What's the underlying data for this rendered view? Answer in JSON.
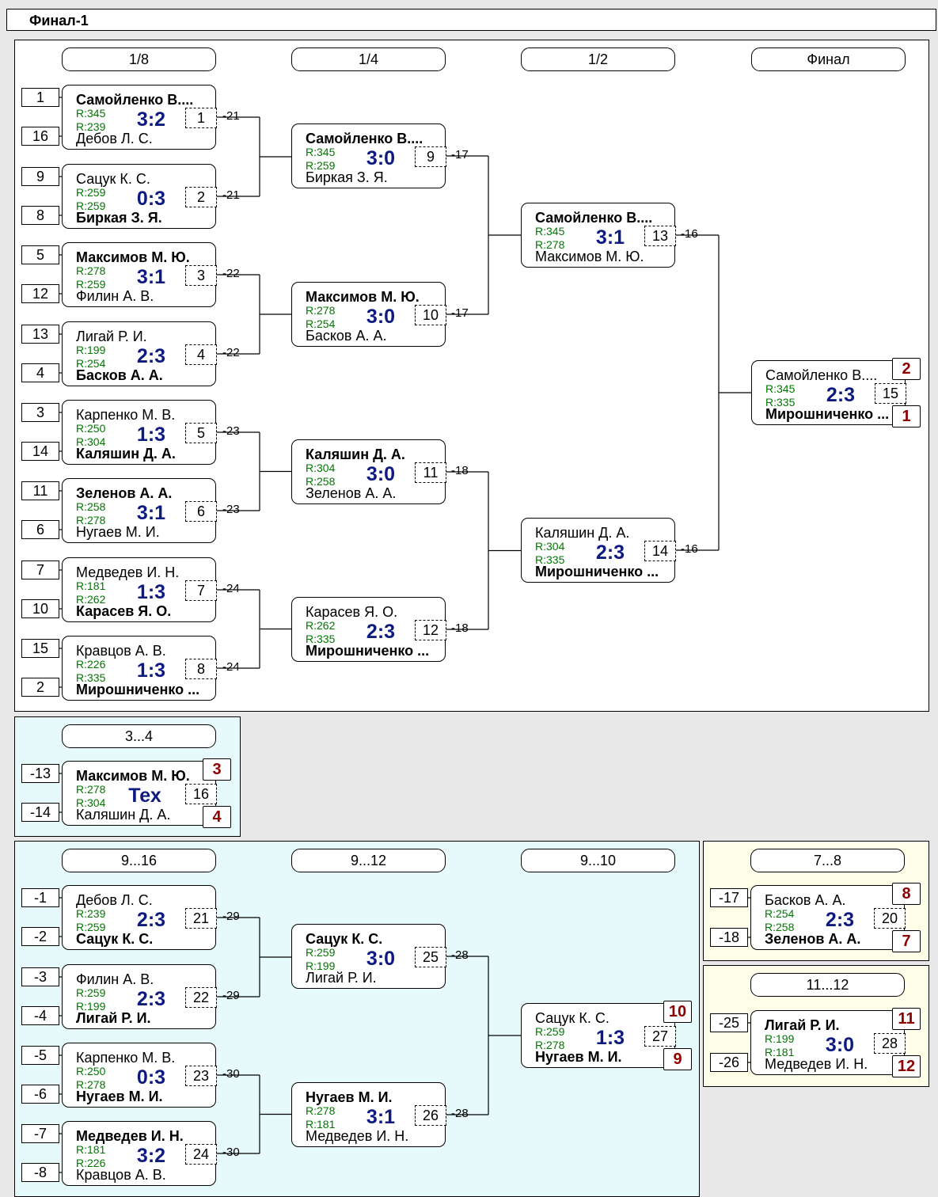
{
  "title": "Финал-1",
  "main": {
    "rounds": [
      "1/8",
      "1/4",
      "1/2",
      "Финал"
    ],
    "seeds": [
      "1",
      "16",
      "9",
      "8",
      "5",
      "12",
      "13",
      "4",
      "3",
      "14",
      "11",
      "6",
      "7",
      "10",
      "15",
      "2"
    ],
    "matches": [
      {
        "p1": "Самойленко В....",
        "r1": "R:345",
        "p2": "Дебов Л. С.",
        "r2": "R:239",
        "score": "3:2",
        "num": "1",
        "winner": 1
      },
      {
        "p1": "Сацук К. С.",
        "r1": "R:259",
        "p2": "Биркая З. Я.",
        "r2": "R:259",
        "score": "0:3",
        "num": "2",
        "winner": 2
      },
      {
        "p1": "Максимов М. Ю.",
        "r1": "R:278",
        "p2": "Филин А. В.",
        "r2": "R:259",
        "score": "3:1",
        "num": "3",
        "winner": 1
      },
      {
        "p1": "Лигай Р. И.",
        "r1": "R:199",
        "p2": "Басков А. А.",
        "r2": "R:254",
        "score": "2:3",
        "num": "4",
        "winner": 2
      },
      {
        "p1": "Карпенко М. В.",
        "r1": "R:250",
        "p2": "Каляшин Д. А.",
        "r2": "R:304",
        "score": "1:3",
        "num": "5",
        "winner": 2
      },
      {
        "p1": "Зеленов А. А.",
        "r1": "R:258",
        "p2": "Нугаев М. И.",
        "r2": "R:278",
        "score": "3:1",
        "num": "6",
        "winner": 1
      },
      {
        "p1": "Медведев И. Н.",
        "r1": "R:181",
        "p2": "Карасев Я. О.",
        "r2": "R:262",
        "score": "1:3",
        "num": "7",
        "winner": 2
      },
      {
        "p1": "Кравцов А. В.",
        "r1": "R:226",
        "p2": "Мирошниченко ...",
        "r2": "R:335",
        "score": "1:3",
        "num": "8",
        "winner": 2
      },
      {
        "p1": "Самойленко В....",
        "r1": "R:345",
        "p2": "Биркая З. Я.",
        "r2": "R:259",
        "score": "3:0",
        "num": "9",
        "winner": 1
      },
      {
        "p1": "Максимов М. Ю.",
        "r1": "R:278",
        "p2": "Басков А. А.",
        "r2": "R:254",
        "score": "3:0",
        "num": "10",
        "winner": 1
      },
      {
        "p1": "Каляшин Д. А.",
        "r1": "R:304",
        "p2": "Зеленов А. А.",
        "r2": "R:258",
        "score": "3:0",
        "num": "11",
        "winner": 1
      },
      {
        "p1": "Карасев Я. О.",
        "r1": "R:262",
        "p2": "Мирошниченко ...",
        "r2": "R:335",
        "score": "2:3",
        "num": "12",
        "winner": 2
      },
      {
        "p1": "Самойленко В....",
        "r1": "R:345",
        "p2": "Максимов М. Ю.",
        "r2": "R:278",
        "score": "3:1",
        "num": "13",
        "winner": 1
      },
      {
        "p1": "Каляшин Д. А.",
        "r1": "R:304",
        "p2": "Мирошниченко ...",
        "r2": "R:335",
        "score": "2:3",
        "num": "14",
        "winner": 2
      },
      {
        "p1": "Самойленко В....",
        "r1": "R:345",
        "p2": "Мирошниченко ...",
        "r2": "R:335",
        "score": "2:3",
        "num": "15",
        "winner": 2,
        "place1": "2",
        "place2": "1"
      }
    ],
    "loser_labels": [
      "-21",
      "-21",
      "-22",
      "-22",
      "-23",
      "-23",
      "-24",
      "-24",
      "-17",
      "-17",
      "-18",
      "-18",
      "-16",
      "-16"
    ]
  },
  "third": {
    "round": "3...4",
    "seeds": [
      "-13",
      "-14"
    ],
    "match": {
      "p1": "Максимов М. Ю.",
      "r1": "R:278",
      "p2": "Каляшин Д. А.",
      "r2": "R:304",
      "score": "Тех",
      "num": "16",
      "winner": 1,
      "place1": "3",
      "place2": "4"
    }
  },
  "consolation": {
    "rounds": [
      "9...16",
      "9...12",
      "9...10"
    ],
    "seeds": [
      "-1",
      "-2",
      "-3",
      "-4",
      "-5",
      "-6",
      "-7",
      "-8"
    ],
    "matches": [
      {
        "p1": "Дебов Л. С.",
        "r1": "R:239",
        "p2": "Сацук К. С.",
        "r2": "R:259",
        "score": "2:3",
        "num": "21",
        "winner": 2
      },
      {
        "p1": "Филин А. В.",
        "r1": "R:259",
        "p2": "Лигай Р. И.",
        "r2": "R:199",
        "score": "2:3",
        "num": "22",
        "winner": 2
      },
      {
        "p1": "Карпенко М. В.",
        "r1": "R:250",
        "p2": "Нугаев М. И.",
        "r2": "R:278",
        "score": "0:3",
        "num": "23",
        "winner": 2
      },
      {
        "p1": "Медведев И. Н.",
        "r1": "R:181",
        "p2": "Кравцов А. В.",
        "r2": "R:226",
        "score": "3:2",
        "num": "24",
        "winner": 1
      },
      {
        "p1": "Сацук К. С.",
        "r1": "R:259",
        "p2": "Лигай Р. И.",
        "r2": "R:199",
        "score": "3:0",
        "num": "25",
        "winner": 1
      },
      {
        "p1": "Нугаев М. И.",
        "r1": "R:278",
        "p2": "Медведев И. Н.",
        "r2": "R:181",
        "score": "3:1",
        "num": "26",
        "winner": 1
      },
      {
        "p1": "Сацук К. С.",
        "r1": "R:259",
        "p2": "Нугаев М. И.",
        "r2": "R:278",
        "score": "1:3",
        "num": "27",
        "winner": 2,
        "place1": "10",
        "place2": "9"
      }
    ],
    "loser_labels": [
      "-29",
      "-29",
      "-30",
      "-30",
      "-28",
      "-28"
    ]
  },
  "seventh": {
    "round": "7...8",
    "seeds": [
      "-17",
      "-18"
    ],
    "match": {
      "p1": "Басков А. А.",
      "r1": "R:254",
      "p2": "Зеленов А. А.",
      "r2": "R:258",
      "score": "2:3",
      "num": "20",
      "winner": 2,
      "place1": "8",
      "place2": "7"
    }
  },
  "eleventh": {
    "round": "11...12",
    "seeds": [
      "-25",
      "-26"
    ],
    "match": {
      "p1": "Лигай Р. И.",
      "r1": "R:199",
      "p2": "Медведев И. Н.",
      "r2": "R:181",
      "score": "3:0",
      "num": "28",
      "winner": 1,
      "place1": "11",
      "place2": "12"
    }
  },
  "colors": {
    "main_bg": "#ffffff",
    "cyan_bg": "#e6fafb",
    "yellow_bg": "#fdfde8",
    "score": "#0d1a80",
    "rating": "#007800",
    "place": "#8b0000"
  }
}
